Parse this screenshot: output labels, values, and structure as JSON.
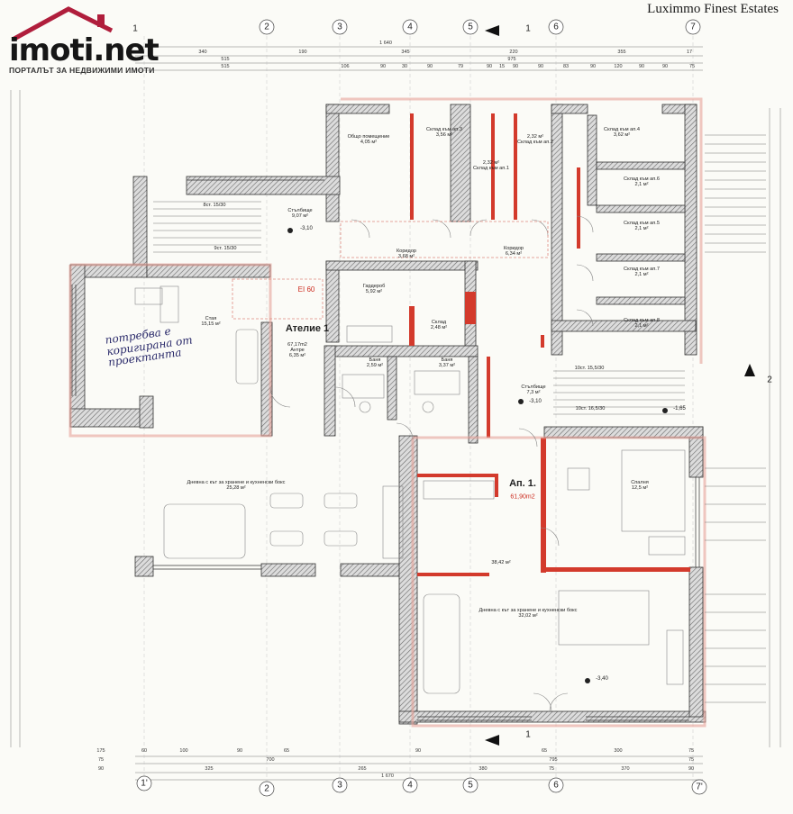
{
  "brand": {
    "logo_word": "imoti.net",
    "tagline": "ПОРТАЛЪТ ЗА НЕДВИЖИМИ ИМОТИ",
    "watermark": "Luximmo Finest Estates",
    "roof_color": "#b01e3c"
  },
  "units": {
    "atelier": "Ателие 1",
    "apartment": "Ап. 1.",
    "apartment_area": "61,90m2",
    "fire_class": "EI 60"
  },
  "rooms": [
    {
      "name": "Общо помещение",
      "area": "4,05 м²"
    },
    {
      "name": "Склад към ап.3",
      "area": "3,56 м²"
    },
    {
      "name": "Склад към ап.1",
      "area": "2,32 м²"
    },
    {
      "name": "Склад към ап.2",
      "area": "2,32 м²"
    },
    {
      "name": "Склад към ап.4",
      "area": "3,62 м²"
    },
    {
      "name": "Склад към ап.6",
      "area": "2,1 м²"
    },
    {
      "name": "Склад към ап.5",
      "area": "2,1 м²"
    },
    {
      "name": "Склад към ап.7",
      "area": "2,1 м²"
    },
    {
      "name": "Склад към ап.8",
      "area": "2,1 м²"
    },
    {
      "name": "Стълбище",
      "area": "9,07 м²"
    },
    {
      "name": "Коридор",
      "area": "3,68 м²"
    },
    {
      "name": "Коридор",
      "area": "6,34 м²"
    },
    {
      "name": "Гардероб",
      "area": "5,92 м²"
    },
    {
      "name": "Склад",
      "area": "2,48 м²"
    },
    {
      "name": "Стая",
      "area": "15,15 м²"
    },
    {
      "name": "Антре",
      "area": "6,35 м²"
    },
    {
      "name": "Баня",
      "area": "2,59 м²"
    },
    {
      "name": "Баня",
      "area": "3,37 м²"
    },
    {
      "name": "Стълбище",
      "area": "7,3 м²"
    },
    {
      "name": "Спалня",
      "area": "12,5 м²"
    },
    {
      "name": "Дневна с кът за хранене и кухненски бокс",
      "area": "25,28 м²"
    },
    {
      "name": "Дневна с кът за хранене и кухненски бокс",
      "area": "32,02 м²"
    },
    {
      "name": "",
      "area": "38,42 м²"
    }
  ],
  "atelier_extra": {
    "area": "67,17m2"
  },
  "levels": {
    "stair1": "-3,10",
    "stair2": "-3,10",
    "landing": "-1,65",
    "living": "-3,40"
  },
  "stairs": {
    "upper": "9ст. 15/30",
    "upper2": "8ст. 15/30",
    "lower": "10ст. 15,5/30",
    "lower2": "10ст. 16,5/30"
  },
  "axes": {
    "top": [
      "1",
      "2",
      "3",
      "4",
      "5",
      "6",
      "7"
    ],
    "bottom": [
      "1'",
      "2",
      "3",
      "4",
      "5",
      "6",
      "7'"
    ],
    "section": "1",
    "side": "2"
  },
  "note": "потребва е коригирана от проектанта",
  "dims": {
    "top1": [
      "340",
      "190",
      "345",
      "220",
      "355",
      "17"
    ],
    "top2": [
      "515",
      "975"
    ],
    "top_total": "1 640",
    "top3": [
      "515",
      "106",
      "90",
      "30",
      "90",
      "79",
      "90",
      "15",
      "90",
      "90",
      "83",
      "90",
      "120",
      "90",
      "90",
      "75"
    ],
    "bottom1": [
      "175",
      "60",
      "100",
      "90",
      "65",
      "90",
      "65",
      "300",
      "75"
    ],
    "bottom2": [
      "75",
      "700",
      "795",
      "75"
    ],
    "bottom3": [
      "90",
      "325",
      "265",
      "380",
      "75",
      "370",
      "90"
    ],
    "bottom_total": "1 670"
  },
  "colors": {
    "wall": "#5a5a5a",
    "hatch": "#8a8a8a",
    "red": "#d33a2c",
    "fire": "#cc2b1f"
  }
}
